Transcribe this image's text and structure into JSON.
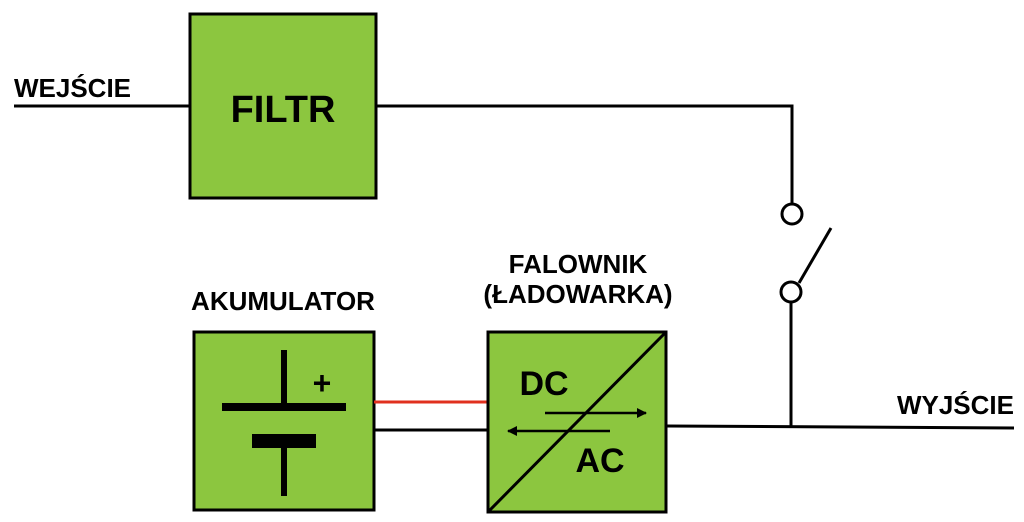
{
  "labels": {
    "input": "WEJŚCIE",
    "output": "WYJŚCIE",
    "filter": "FILTR",
    "battery": "AKUMULATOR",
    "inverter_line1": "FALOWNIK",
    "inverter_line2": "(ŁADOWARKA)",
    "battery_plus": "+",
    "dc": "DC",
    "ac": "AC"
  },
  "colors": {
    "block_fill": "#8cc63f",
    "stroke": "#000000",
    "dc_positive_wire": "#e0301e",
    "background": "#ffffff"
  }
}
